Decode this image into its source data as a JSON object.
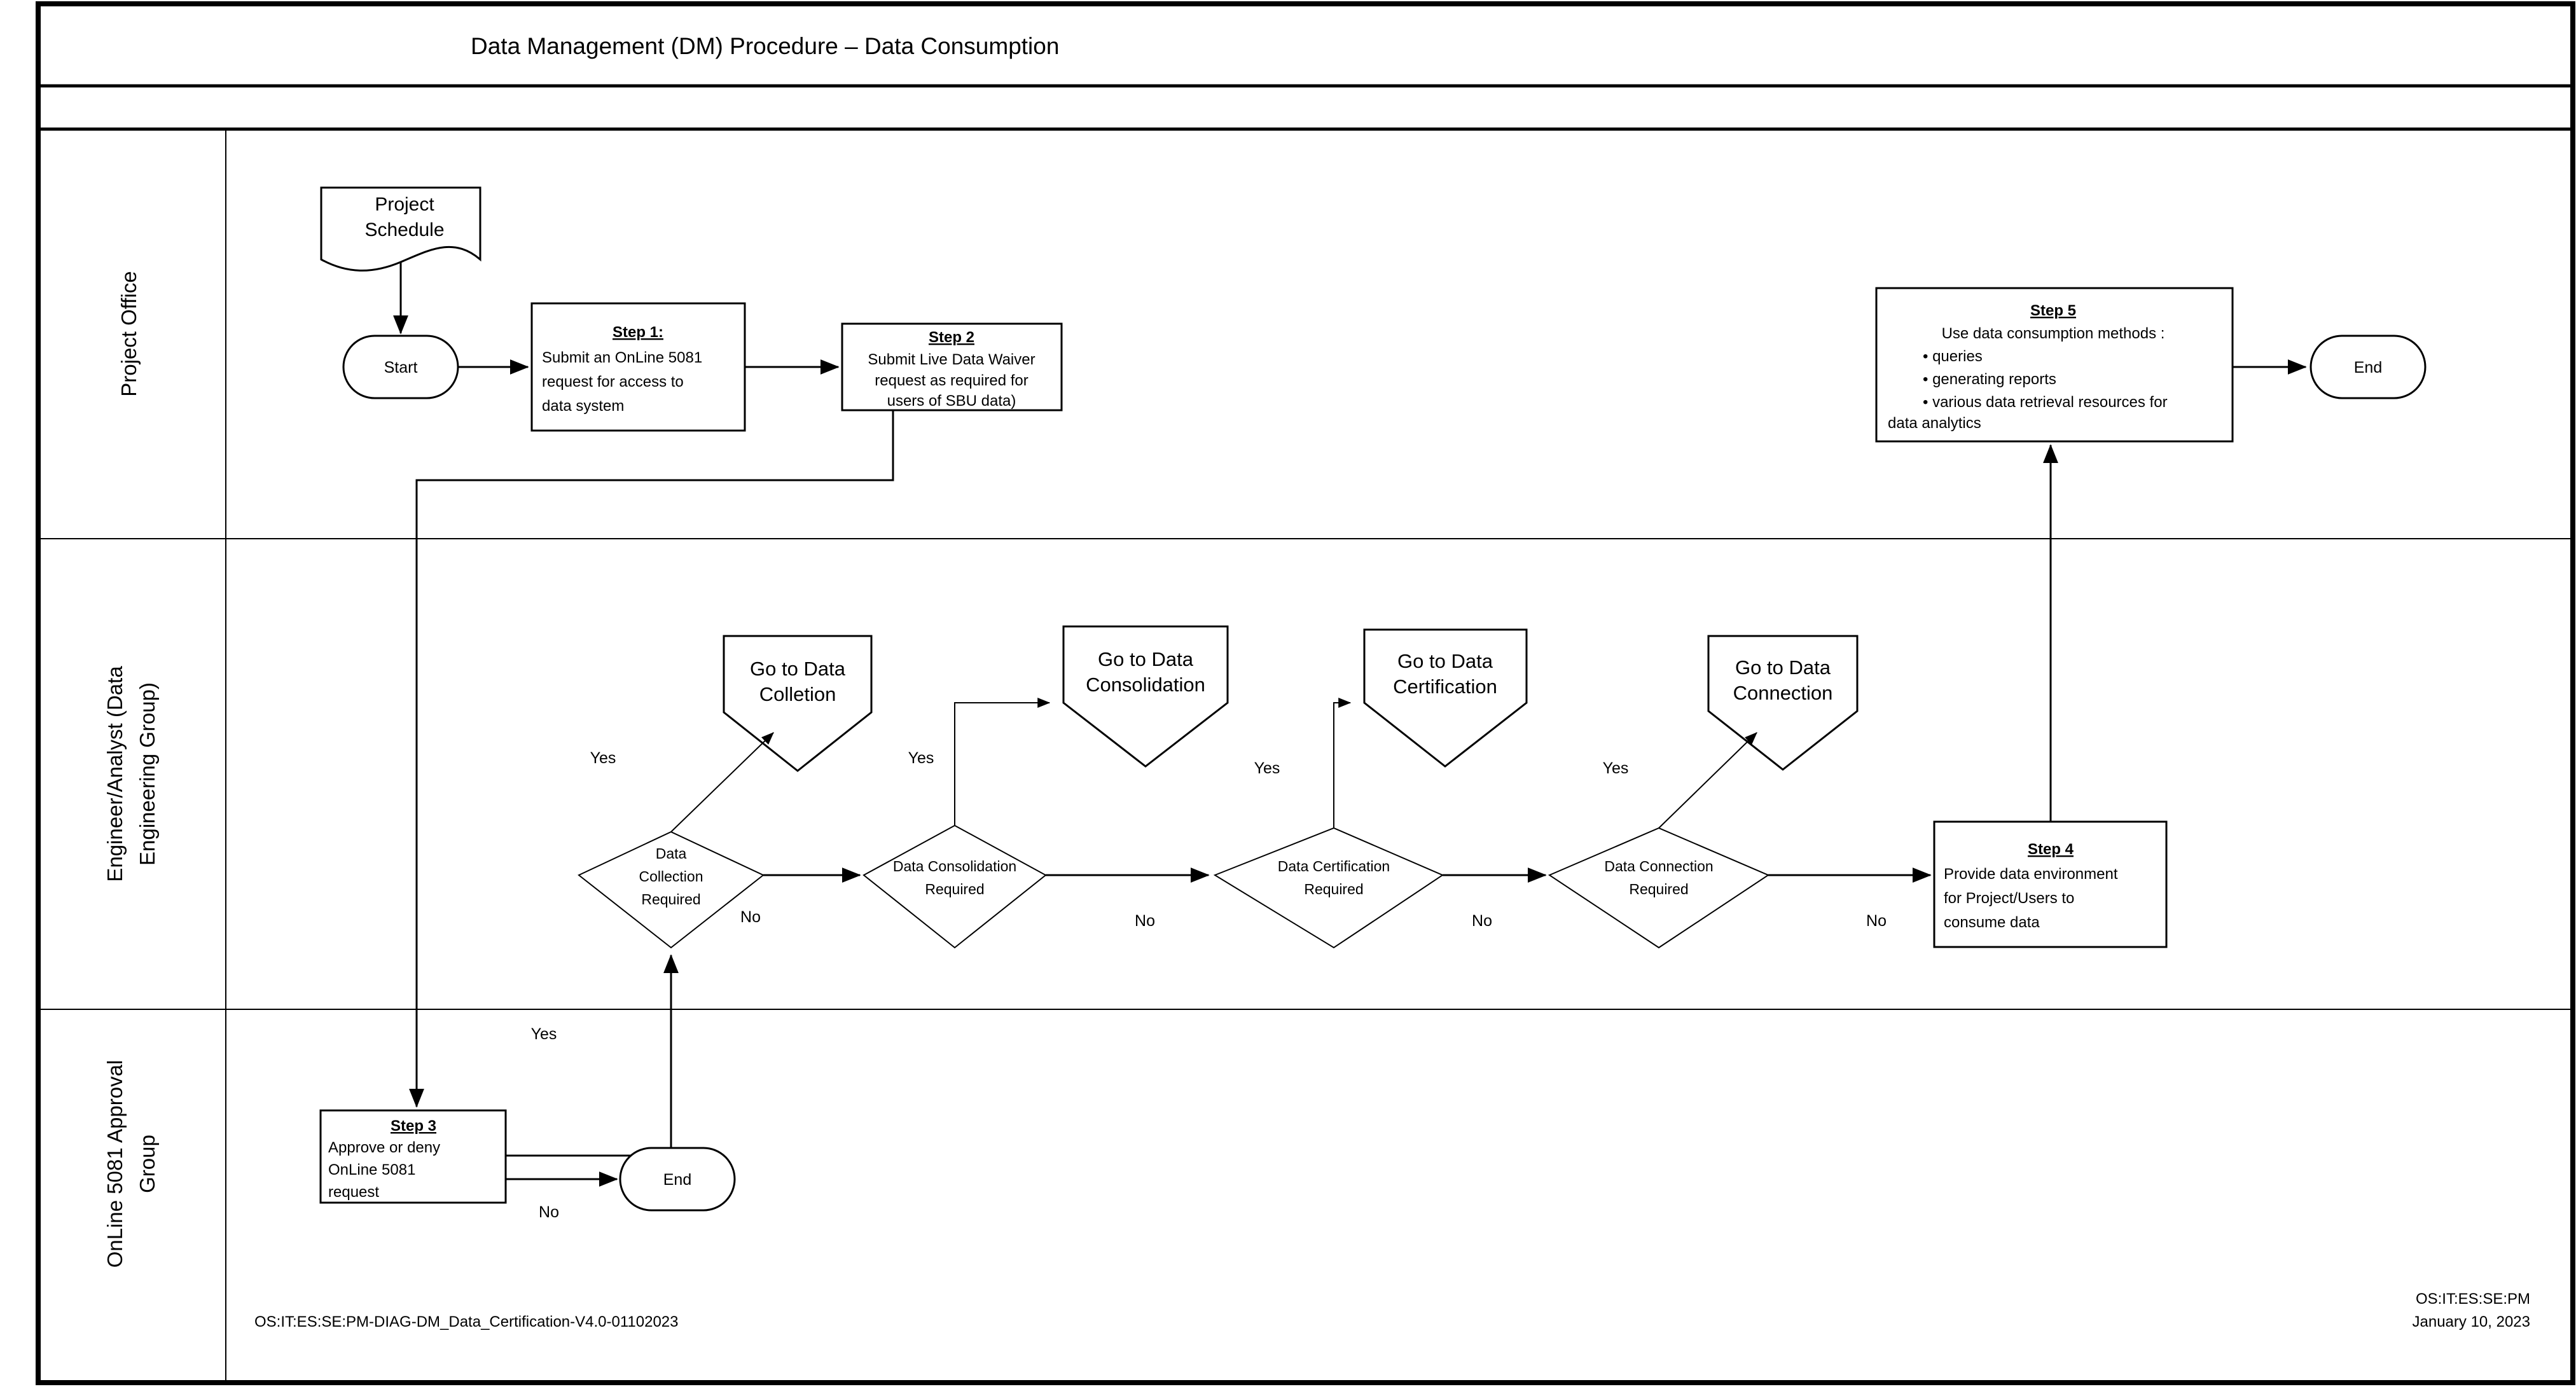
{
  "page": {
    "title": "Data Management (DM) Procedure – Data Consumption",
    "footer_left": "OS:IT:ES:SE:PM-DIAG-DM_Data_Certification-V4.0-01102023",
    "footer_right_line1": "OS:IT:ES:SE:PM",
    "footer_right_line2": "January 10, 2023",
    "bg": "#ffffff",
    "stroke": "#000000"
  },
  "lanes": [
    {
      "id": "project-office",
      "label": "Project Office"
    },
    {
      "id": "engineer-analyst",
      "label_line1": "Engineer/Analyst (Data",
      "label_line2": "Engineering Group)"
    },
    {
      "id": "online-5081-approval",
      "label_line1": "OnLine 5081 Approval",
      "label_line2": "Group"
    }
  ],
  "nodes": {
    "project_schedule": {
      "type": "document",
      "line1": "Project",
      "line2": "Schedule"
    },
    "start": {
      "type": "terminator",
      "label": "Start"
    },
    "step1": {
      "type": "process",
      "header": "Step 1:",
      "lines": [
        "Submit an OnLine 5081",
        "request for access to",
        "data system"
      ]
    },
    "step2": {
      "type": "process",
      "header": "Step 2",
      "lines": [
        "Submit Live Data Waiver",
        "request as required for",
        "users of SBU data)"
      ]
    },
    "step5": {
      "type": "process",
      "header": "Step 5",
      "lines": [
        "Use data consumption methods :",
        "• queries",
        "• generating reports",
        "• various data retrieval resources for",
        "data analytics"
      ]
    },
    "end_top": {
      "type": "terminator",
      "label": "End"
    },
    "step3": {
      "type": "process",
      "header": "Step 3",
      "lines": [
        "Approve or deny",
        "OnLine 5081",
        "request"
      ]
    },
    "end_bottom": {
      "type": "terminator",
      "label": "End"
    },
    "step4": {
      "type": "process",
      "header": "Step 4",
      "lines": [
        "Provide data environment",
        "for Project/Users to",
        "consume data"
      ]
    },
    "dec_collection": {
      "type": "decision",
      "lines": [
        "Data",
        "Collection",
        "Required"
      ]
    },
    "dec_consolidation": {
      "type": "decision",
      "lines": [
        "Data Consolidation",
        "Required"
      ]
    },
    "dec_certification": {
      "type": "decision",
      "lines": [
        "Data Certification",
        "Required"
      ]
    },
    "dec_connection": {
      "type": "decision",
      "lines": [
        "Data Connection",
        "Required"
      ]
    },
    "goto_collection": {
      "type": "offpage",
      "line1": "Go to Data",
      "line2": "Colletion"
    },
    "goto_consolidation": {
      "type": "offpage",
      "line1": "Go to Data",
      "line2": "Consolidation"
    },
    "goto_certification": {
      "type": "offpage",
      "line1": "Go to Data",
      "line2": "Certification"
    },
    "goto_connection": {
      "type": "offpage",
      "line1": "Go to Data",
      "line2": "Connection"
    }
  },
  "edge_labels": {
    "collection_yes": "Yes",
    "collection_no": "No",
    "consolidation_yes": "Yes",
    "consolidation_no": "No",
    "certification_yes": "Yes",
    "certification_no": "No",
    "connection_yes": "Yes",
    "connection_no": "No",
    "step3_yes": "Yes",
    "step3_no": "No"
  }
}
